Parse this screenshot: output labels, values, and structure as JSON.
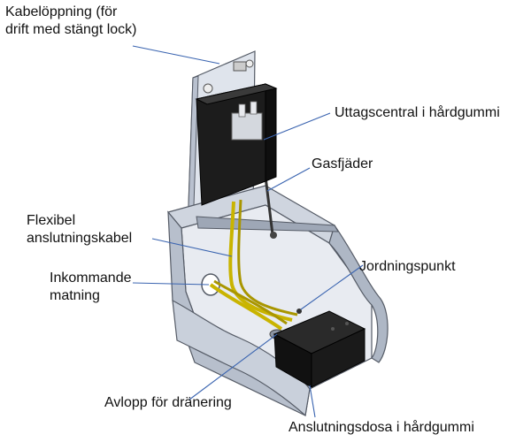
{
  "labels": {
    "cable_opening": "Kabelöppning (för\ndrift med stängt lock)",
    "outlet_unit": "Uttagscentral i hårdgummi",
    "gas_spring": "Gasfjäder",
    "flex_cable": "Flexibel\nanslutningskabel",
    "incoming_feed": "Inkommande\nmatning",
    "grounding_point": "Jordningspunkt",
    "drain_outlet": "Avlopp för dränering",
    "junction_box": "Anslutningsdosa i hårdgummi"
  },
  "colors": {
    "leader_line": "#3a64b0",
    "metal_light": "#e3e7ee",
    "metal_mid": "#c5ccd8",
    "metal_dark": "#8c95a5",
    "rubber_black": "#1c1c1c",
    "cable_yellow": "#c9b400"
  }
}
